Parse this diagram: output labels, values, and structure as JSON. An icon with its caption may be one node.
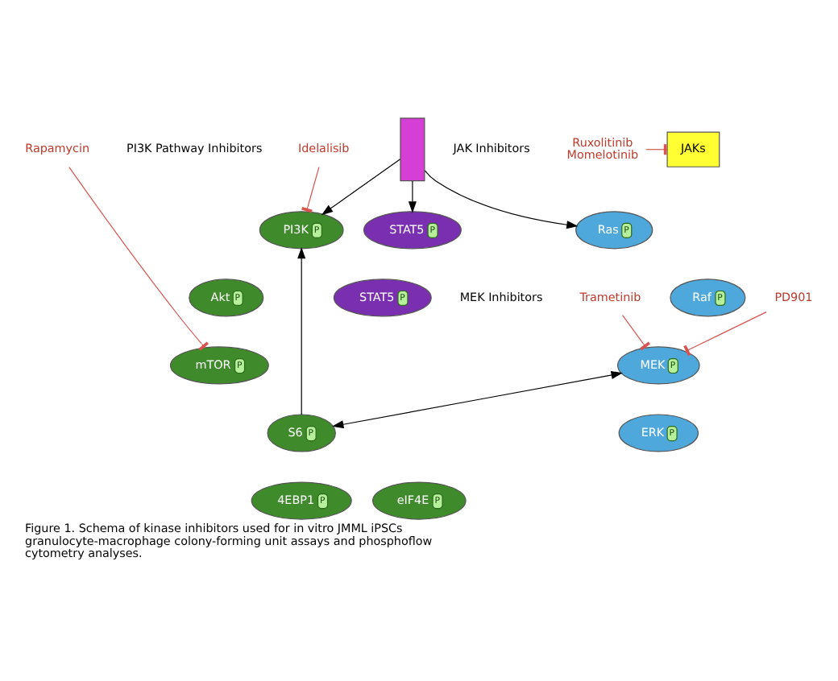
{
  "diagram": {
    "caption": "Figure 1. Schema of kinase inhibitors used for in vitro JMML iPSCs granulocyte-macrophage colony-forming unit assays and phosphoflow cytometry analyses.",
    "nodes": [
      {
        "text": [],
        "shape": "bar"
      },
      {
        "text": [
          "JAKs"
        ]
      },
      {
        "text": [
          "STAT5",
          "P"
        ]
      },
      {
        "text": [
          "STAT5",
          "P"
        ]
      },
      {
        "text": [
          "PI3K",
          "P"
        ]
      },
      {
        "text": [
          "Akt",
          "P"
        ]
      },
      {
        "text": [
          "mTOR",
          "P"
        ]
      },
      {
        "text": [
          "S6",
          "P"
        ]
      },
      {
        "text": [
          "4EBP1",
          "P"
        ]
      },
      {
        "text": [
          "eIF4E",
          "P"
        ]
      },
      {
        "text": [
          "Ras",
          "P"
        ]
      },
      {
        "text": [
          "Raf",
          "P"
        ]
      },
      {
        "text": [
          "MEK",
          "P"
        ]
      },
      {
        "text": [
          "ERK",
          "P"
        ]
      },
      {
        "text": [
          "Ruxolitinib",
          "Momelotinib"
        ]
      },
      {
        "text": [
          "Idelalisib"
        ]
      },
      {
        "text": [
          "Rapamycin"
        ]
      },
      {
        "text": [
          "PD901"
        ]
      },
      {
        "text": [
          "Trametinib"
        ]
      }
    ],
    "edges": [
      {
        "from": 0,
        "to": 2,
        "arrow": "to"
      },
      {
        "from": 0,
        "to": 4,
        "arrow": "to"
      },
      {
        "from": 0,
        "to": 10,
        "arrow": "to"
      },
      {
        "from": 14,
        "to": 1,
        "arrow": "other",
        "color": "#d9534f"
      },
      {
        "from": 15,
        "to": 4,
        "arrow": "other",
        "color": "#d9534f"
      },
      {
        "from": 16,
        "to": 6,
        "arrow": "other",
        "color": "#d9534f"
      },
      {
        "from": 17,
        "to": 12,
        "arrow": "other",
        "color": "#d9534f"
      },
      {
        "from": 18,
        "to": 12,
        "arrow": "other",
        "color": "#d9534f"
      },
      {
        "from": 12,
        "to": 7,
        "arrow": "both"
      },
      {
        "from": 7,
        "to": 4,
        "arrow": "to"
      }
    ],
    "labels": [
      "JAK Inhibitors",
      "PI3K Pathway Inhibitors",
      "MEK Inhibitors"
    ]
  }
}
